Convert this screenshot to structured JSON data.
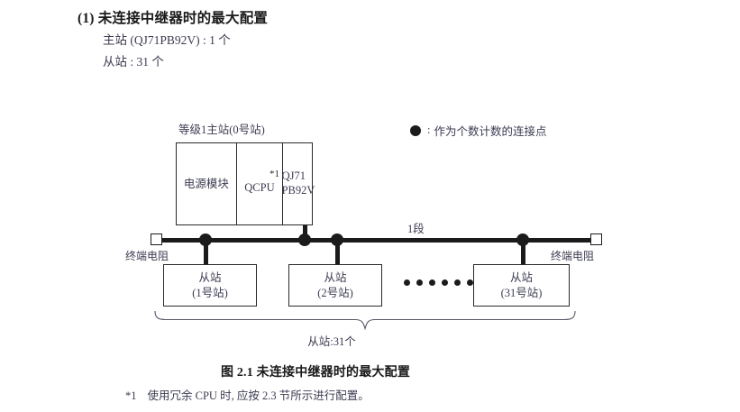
{
  "heading": {
    "number": "(1)",
    "text": "未连接中继器时的最大配置"
  },
  "spec_lines": {
    "master": "主站 (QJ71PB92V) : 1 个",
    "slave": "从站 : 31 个"
  },
  "legend": {
    "icon": "filled-circle-icon",
    "colon": ":",
    "text": "作为个数计数的连接点"
  },
  "diagram": {
    "master_label": "等级1主站(0号站)",
    "rack": {
      "power_module": "电源模块",
      "cpu": "QCPU",
      "cpu_footnote_mark": "*1",
      "network_module_line1": "QJ71",
      "network_module_line2": "PB92V"
    },
    "segment_label": "1段",
    "terminal_resistor_left": "终端电阻",
    "terminal_resistor_right": "终端电阻",
    "slaves": [
      {
        "title": "从站",
        "station": "(1号站)"
      },
      {
        "title": "从站",
        "station": "(2号站)"
      },
      {
        "title": "从站",
        "station": "(31号站)"
      }
    ],
    "ellipsis_dot_count": 6,
    "brace_caption": "从站:31个",
    "bus_connection_dots": 4
  },
  "figure_caption": "图 2.1  未连接中继器时的最大配置",
  "footnote": {
    "mark": "*1",
    "text": "使用冗余 CPU 时, 应按 2.3 节所示进行配置。"
  },
  "colors": {
    "line": "#1b1b1b",
    "box_border": "#2a2a2a",
    "body_text": "#3c3c52",
    "heading_text": "#1a1a1a",
    "page_background": "#ffffff"
  }
}
